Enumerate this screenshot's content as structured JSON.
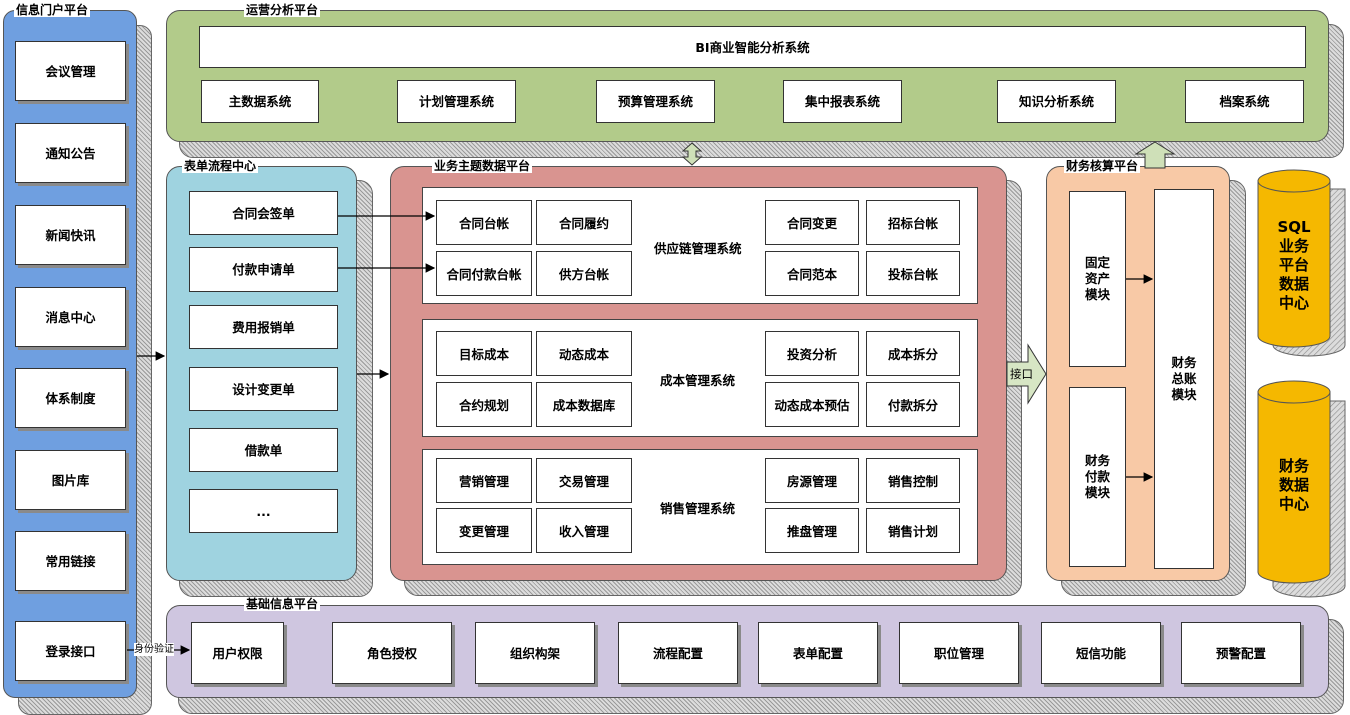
{
  "portal": {
    "title": "信息门户平台",
    "items": [
      "会议管理",
      "通知公告",
      "新闻快讯",
      "消息中心",
      "体系制度",
      "图片库",
      "常用链接",
      "登录接口"
    ]
  },
  "ops": {
    "title": "运营分析平台",
    "bi": "BI商业智能分析系统",
    "items": [
      "主数据系统",
      "计划管理系统",
      "预算管理系统",
      "集中报表系统",
      "知识分析系统",
      "档案系统"
    ]
  },
  "form": {
    "title": "表单流程中心",
    "items": [
      "合同会签单",
      "付款申请单",
      "费用报销单",
      "设计变更单",
      "借款单",
      "..."
    ]
  },
  "biz": {
    "title": "业务主题数据平台",
    "supply": {
      "name": "供应链管理系统",
      "left": [
        "合同台帐",
        "合同履约",
        "合同付款台帐",
        "供方台帐"
      ],
      "right": [
        "合同变更",
        "招标台帐",
        "合同范本",
        "投标台帐"
      ]
    },
    "cost": {
      "name": "成本管理系统",
      "left": [
        "目标成本",
        "动态成本",
        "合约规划",
        "成本数据库"
      ],
      "right": [
        "投资分析",
        "成本拆分",
        "动态成本预估",
        "付款拆分"
      ]
    },
    "sales": {
      "name": "销售管理系统",
      "left": [
        "营销管理",
        "交易管理",
        "变更管理",
        "收入管理"
      ],
      "right": [
        "房源管理",
        "销售控制",
        "推盘管理",
        "销售计划"
      ]
    }
  },
  "interface_label": "接口",
  "finance": {
    "title": "财务核算平台",
    "fixed": "固定\n资产\n模块",
    "pay": "财务\n付款\n模块",
    "ledger": "财务\n总账\n模块"
  },
  "db": {
    "sql": "SQL\n业务\n平台\n数据\n中心",
    "fin": "财务\n数据\n中心"
  },
  "base": {
    "title": "基础信息平台",
    "items": [
      "用户权限",
      "角色授权",
      "组织构架",
      "流程配置",
      "表单配置",
      "职位管理",
      "短信功能",
      "预警配置"
    ]
  },
  "auth_label": "身份验证",
  "colors": {
    "portal": "#6f9fe0",
    "ops": "#b2cb8a",
    "form": "#9fd3e0",
    "biz": "#d99490",
    "finance": "#f8c9a6",
    "base": "#cfc6e0",
    "cylinder": "#f5b800"
  }
}
